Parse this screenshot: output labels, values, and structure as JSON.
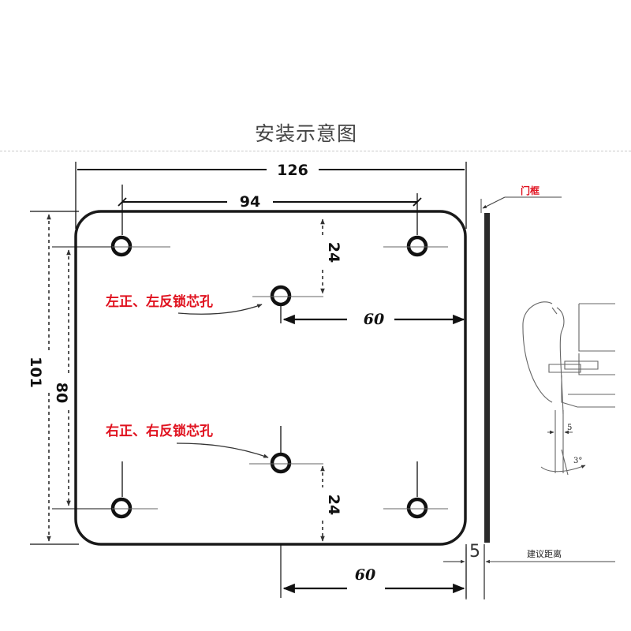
{
  "title": "安装示意图",
  "dimensions": {
    "overall_width": "126",
    "hole_spacing_width": "94",
    "overall_height": "101",
    "hole_spacing_height": "80",
    "upper_lock_offset": "24",
    "lower_lock_offset": "24",
    "upper_lock_to_edge": "60",
    "lower_lock_to_edge": "60",
    "gap": "5"
  },
  "labels": {
    "upper_lock_hole": "左正、左反锁芯孔",
    "lower_lock_hole": "右正、右反锁芯孔",
    "door_frame": "门框",
    "suggested_distance": "建议距离",
    "detail_gap": "5",
    "detail_angle": "3°"
  },
  "colors": {
    "annotation_red": "#e0121f",
    "line": "#1a1a1a"
  }
}
